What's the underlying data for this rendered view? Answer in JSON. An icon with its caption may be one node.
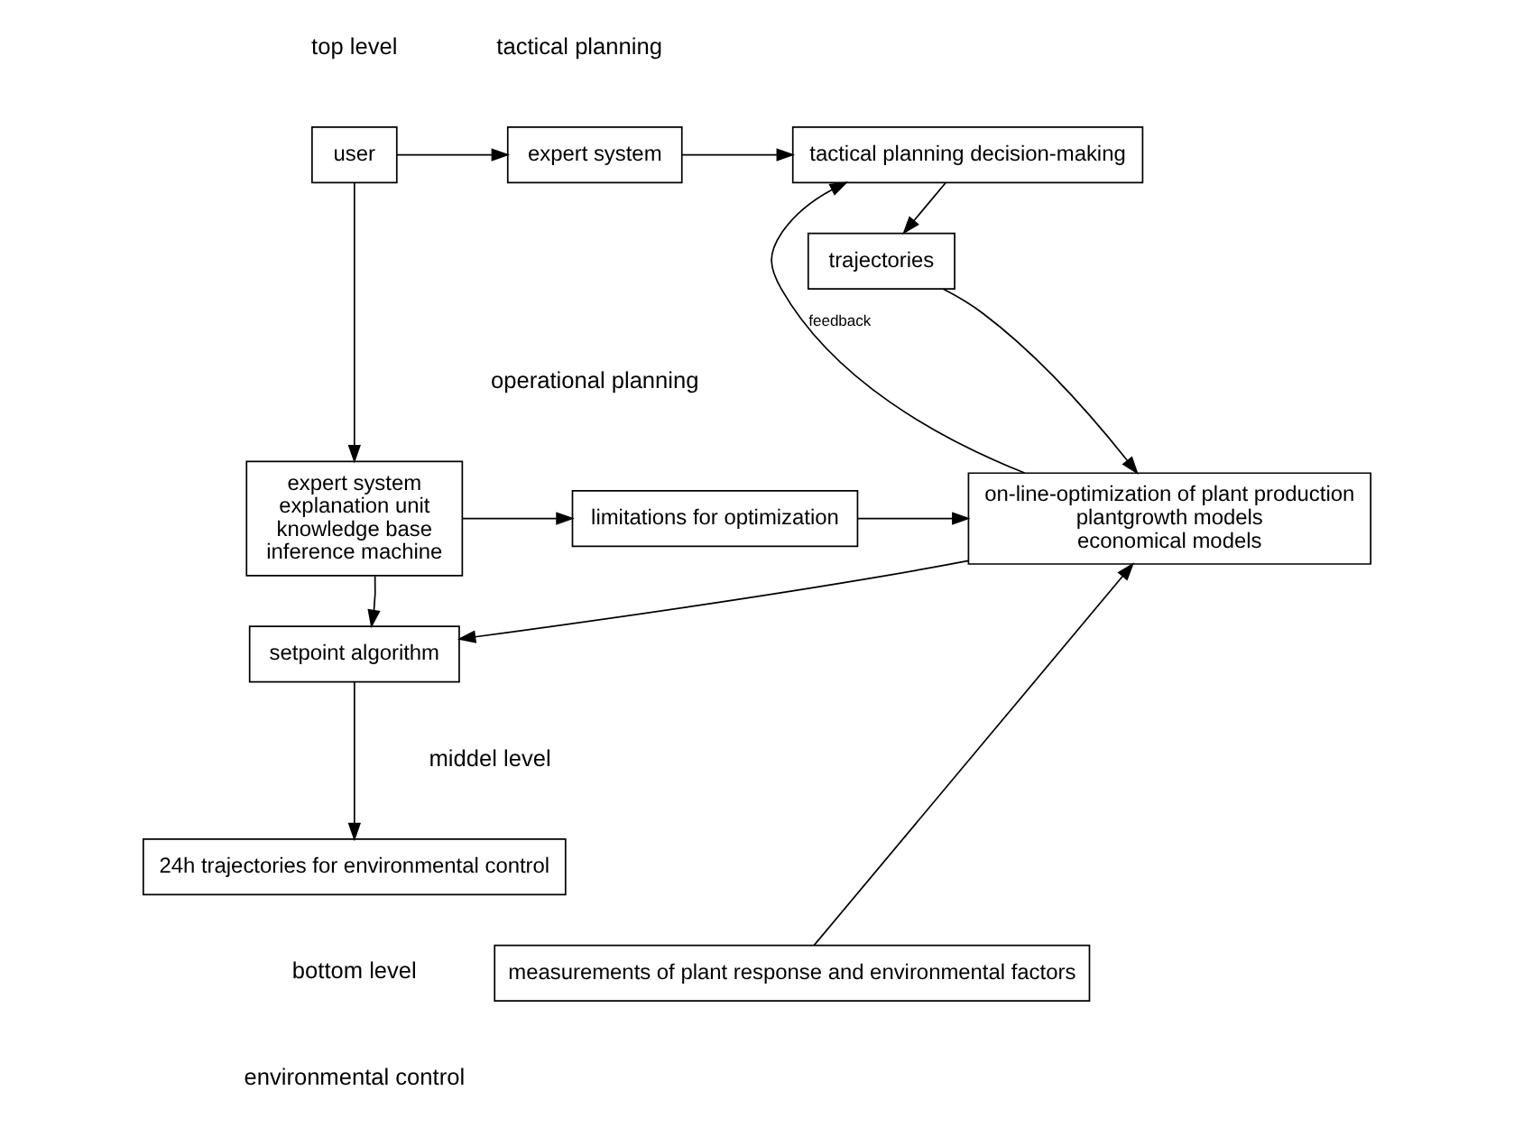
{
  "diagram": {
    "nodes": [
      {
        "text": [
          "user"
        ]
      },
      {
        "text": [
          "expert system"
        ]
      },
      {
        "text": [
          "tactical planning decision-making"
        ]
      },
      {
        "text": [
          "trajectories"
        ]
      },
      {
        "text": [
          "expert system",
          "explanation unit",
          "knowledge base",
          "inference machine"
        ]
      },
      {
        "text": [
          "limitations for optimization"
        ]
      },
      {
        "text": [
          "on-line-optimization of plant production",
          "plantgrowth models",
          "economical models"
        ]
      },
      {
        "text": [
          "setpoint algorithm"
        ]
      },
      {
        "text": [
          "24h trajectories for environmental control"
        ]
      },
      {
        "text": [
          "measurements of plant response and environmental factors"
        ]
      }
    ],
    "edges": [
      {
        "from": 0,
        "to": 1,
        "arrow": "to"
      },
      {
        "from": 1,
        "to": 2,
        "arrow": "to"
      },
      {
        "from": 2,
        "to": 3,
        "arrow": "to"
      },
      {
        "from": 3,
        "to": 6,
        "arrow": "to"
      },
      {
        "from": 0,
        "to": 4,
        "arrow": "to"
      },
      {
        "from": 4,
        "to": 5,
        "arrow": "to"
      },
      {
        "from": 5,
        "to": 6,
        "arrow": "to"
      },
      {
        "from": 6,
        "to": 2,
        "arrow": "to",
        "label": "feedback"
      },
      {
        "from": 4,
        "to": 7,
        "arrow": "to"
      },
      {
        "from": 6,
        "to": 7,
        "arrow": "to"
      },
      {
        "from": 7,
        "to": 8,
        "arrow": "to"
      },
      {
        "from": 9,
        "to": 6,
        "arrow": "to"
      }
    ],
    "labels": [
      "top level",
      "tactical planning",
      "operational planning",
      "middel level",
      "bottom level",
      "environmental control"
    ]
  }
}
